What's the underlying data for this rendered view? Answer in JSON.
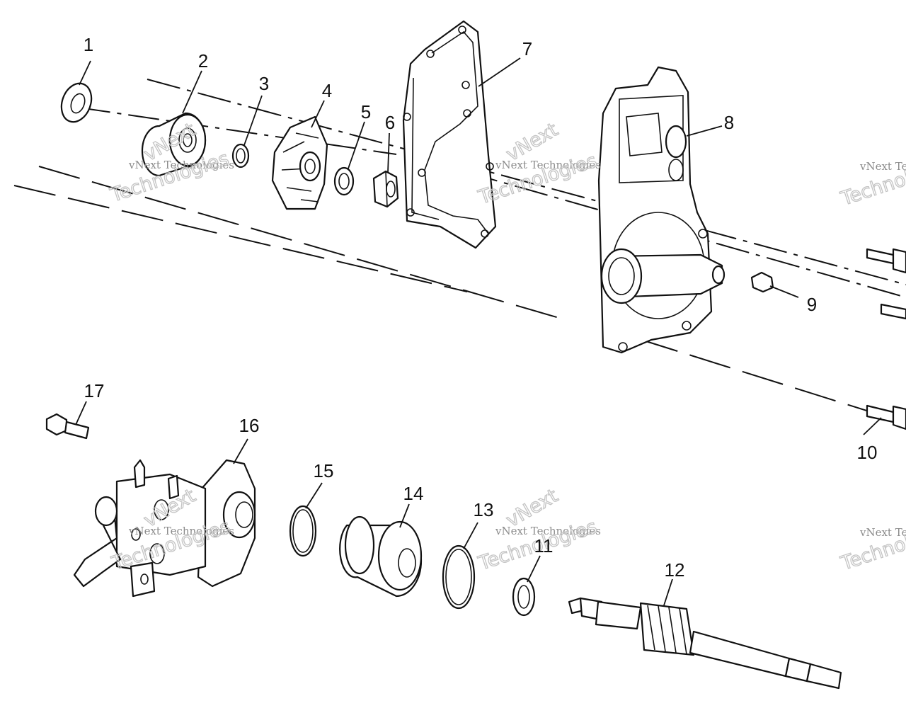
{
  "callouts": [
    {
      "id": "1",
      "label": "1"
    },
    {
      "id": "2",
      "label": "2"
    },
    {
      "id": "3",
      "label": "3"
    },
    {
      "id": "4",
      "label": "4"
    },
    {
      "id": "5",
      "label": "5"
    },
    {
      "id": "6",
      "label": "6"
    },
    {
      "id": "7",
      "label": "7"
    },
    {
      "id": "8",
      "label": "8"
    },
    {
      "id": "9",
      "label": "9"
    },
    {
      "id": "10",
      "label": "10"
    },
    {
      "id": "11",
      "label": "11"
    },
    {
      "id": "12",
      "label": "12"
    },
    {
      "id": "13",
      "label": "13"
    },
    {
      "id": "14",
      "label": "14"
    },
    {
      "id": "15",
      "label": "15"
    },
    {
      "id": "16",
      "label": "16"
    },
    {
      "id": "17",
      "label": "17"
    }
  ],
  "watermark": {
    "company": "vNext Technologies",
    "brand": "vNext",
    "word": "Technologies"
  }
}
